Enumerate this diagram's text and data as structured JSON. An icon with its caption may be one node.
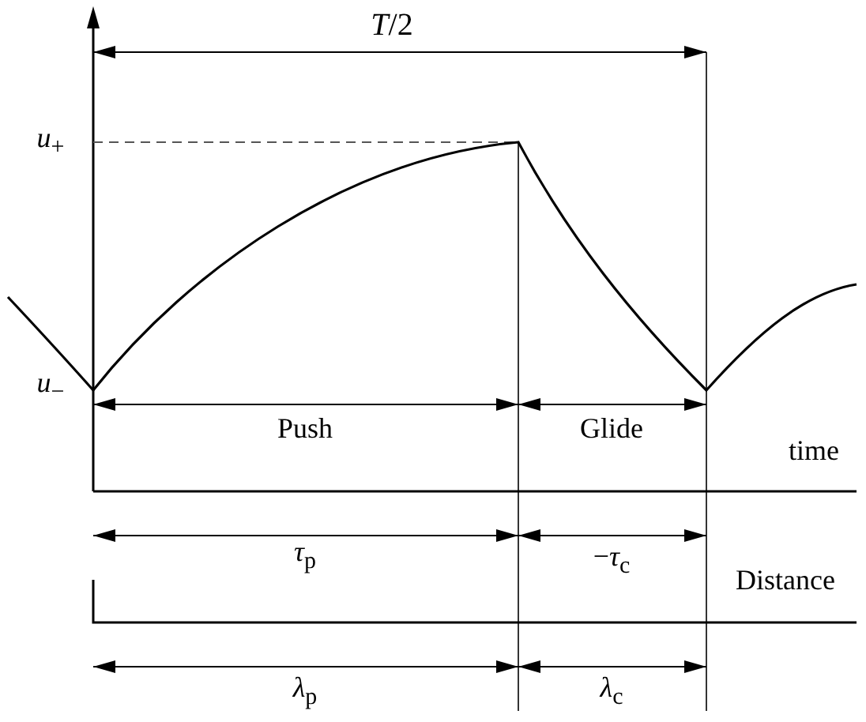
{
  "diagram": {
    "labels": [
      "*T*/2",
      "*u*$_{+}$",
      "*u*$_{−}$",
      "Push",
      "Glide",
      "time",
      "*τ*$_{p}$",
      "−*τ*$_{c}$",
      "Distance",
      "*λ*$_{p}$",
      "*λ*$_{c}$"
    ]
  }
}
